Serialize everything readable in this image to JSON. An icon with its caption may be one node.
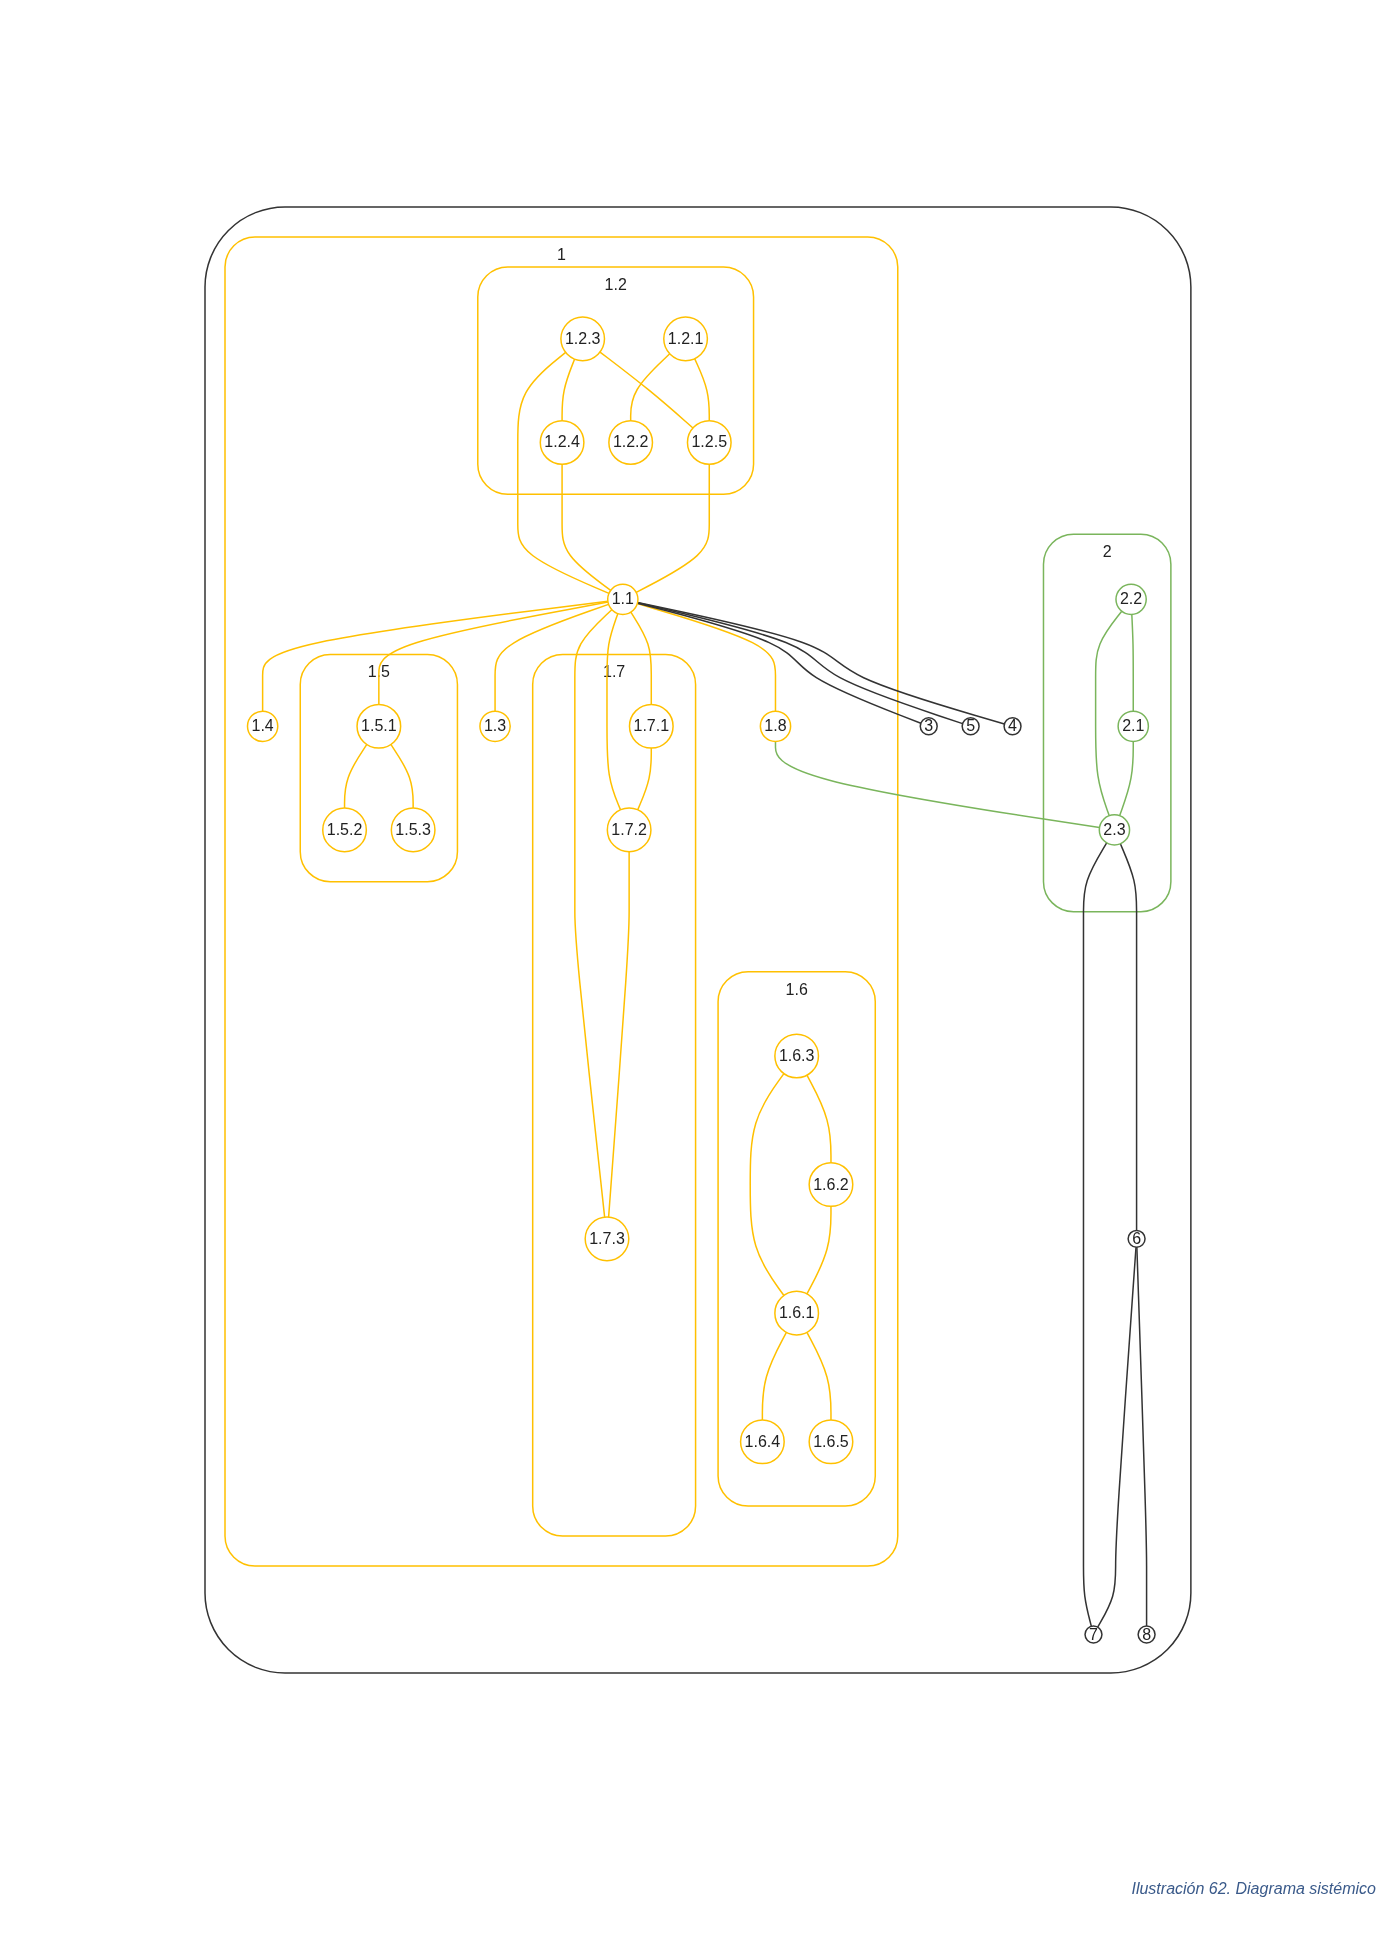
{
  "diagram": {
    "caption": "Ilustración 62. Diagrama sistémico",
    "nodes": [
      {
        "text": [],
        "shape": "ellipse"
      },
      {
        "text": [
          "1"
        ],
        "in": 0
      },
      {
        "text": [
          "1.1"
        ],
        "in": 1
      },
      {
        "text": [
          "1.2"
        ],
        "in": 1
      },
      {
        "text": [
          "1.2.1"
        ],
        "in": 3
      },
      {
        "text": [
          "1.2.2"
        ],
        "in": 3
      },
      {
        "text": [
          "1.2.3"
        ],
        "in": 3
      },
      {
        "text": [
          "1.2.4"
        ],
        "in": 3
      },
      {
        "text": [
          "1.2.5"
        ],
        "in": 3
      },
      {
        "text": [
          "1.3"
        ],
        "in": 1
      },
      {
        "text": [
          "1.4"
        ],
        "in": 1
      },
      {
        "text": [
          "1.5"
        ],
        "in": 1
      },
      {
        "text": [
          "1.5.1"
        ],
        "in": 11
      },
      {
        "text": [
          "1.5.2"
        ],
        "in": 11
      },
      {
        "text": [
          "1.5.3"
        ],
        "in": 11
      },
      {
        "text": [
          "1.6"
        ],
        "in": 1
      },
      {
        "text": [
          "1.6.1"
        ],
        "in": 15
      },
      {
        "text": [
          "1.6.2"
        ],
        "in": 15
      },
      {
        "text": [
          "1.6.3"
        ],
        "in": 15
      },
      {
        "text": [
          "1.6.4"
        ],
        "in": 15
      },
      {
        "text": [
          "1.6.5"
        ],
        "in": 15
      },
      {
        "text": [
          "1.7"
        ],
        "in": 1
      },
      {
        "text": [
          "1.7.1"
        ],
        "in": 21
      },
      {
        "text": [
          "1.7.2"
        ],
        "in": 21
      },
      {
        "text": [
          "1.7.3"
        ],
        "in": 21
      },
      {
        "text": [
          "1.8"
        ],
        "in": 1
      },
      {
        "text": [
          "2"
        ],
        "in": 0
      },
      {
        "text": [
          "2.1"
        ],
        "in": 26
      },
      {
        "text": [
          "2.2"
        ],
        "in": 26
      },
      {
        "text": [
          "2.3"
        ],
        "in": 26
      },
      {
        "text": [
          "3"
        ],
        "in": 0
      },
      {
        "text": [
          "4"
        ],
        "in": 0
      },
      {
        "text": [
          "5"
        ],
        "in": 0
      },
      {
        "text": [
          "6"
        ],
        "in": 0
      },
      {
        "text": [
          "7"
        ],
        "in": 0
      },
      {
        "text": [
          "8"
        ],
        "in": 0
      }
    ],
    "edges": [
      {
        "from": 6,
        "to": 8,
        "arrow": "none"
      },
      {
        "from": 6,
        "to": 2,
        "arrow": "none"
      },
      {
        "from": 6,
        "to": 7,
        "arrow": "none"
      },
      {
        "from": 4,
        "to": 5,
        "arrow": "none"
      },
      {
        "from": 4,
        "to": 8,
        "arrow": "none"
      },
      {
        "from": 7,
        "to": 2,
        "arrow": "none"
      },
      {
        "from": 8,
        "to": 2,
        "arrow": "none"
      },
      {
        "from": 2,
        "to": 10,
        "arrow": "none"
      },
      {
        "from": 2,
        "to": 12,
        "arrow": "none"
      },
      {
        "from": 12,
        "to": 13,
        "arrow": "none"
      },
      {
        "from": 12,
        "to": 14,
        "arrow": "none"
      },
      {
        "from": 2,
        "to": 9,
        "arrow": "none"
      },
      {
        "from": 2,
        "to": 25,
        "arrow": "none"
      },
      {
        "from": 2,
        "to": 24,
        "arrow": "none"
      },
      {
        "from": 2,
        "to": 23,
        "arrow": "none"
      },
      {
        "from": 2,
        "to": 22,
        "arrow": "none"
      },
      {
        "from": 22,
        "to": 23,
        "arrow": "none"
      },
      {
        "from": 23,
        "to": 24,
        "arrow": "none"
      },
      {
        "from": 18,
        "to": 17,
        "arrow": "none"
      },
      {
        "from": 18,
        "to": 16,
        "arrow": "none"
      },
      {
        "from": 17,
        "to": 16,
        "arrow": "none"
      },
      {
        "from": 16,
        "to": 19,
        "arrow": "none"
      },
      {
        "from": 16,
        "to": 20,
        "arrow": "none"
      },
      {
        "from": 25,
        "to": 29,
        "arrow": "none",
        "color": "#7ab55c"
      },
      {
        "from": 28,
        "to": 29,
        "arrow": "none",
        "color": "#7ab55c"
      },
      {
        "from": 28,
        "to": 27,
        "arrow": "none",
        "color": "#7ab55c"
      },
      {
        "from": 27,
        "to": 29,
        "arrow": "none",
        "color": "#7ab55c"
      },
      {
        "from": 2,
        "to": 30,
        "arrow": "none",
        "color": "#333333"
      },
      {
        "from": 2,
        "to": 32,
        "arrow": "none",
        "color": "#333333"
      },
      {
        "from": 2,
        "to": 31,
        "arrow": "none",
        "color": "#333333"
      },
      {
        "from": 29,
        "to": 33,
        "arrow": "none",
        "color": "#333333"
      },
      {
        "from": 29,
        "to": 34,
        "arrow": "none",
        "color": "#333333"
      },
      {
        "from": 33,
        "to": 34,
        "arrow": "none",
        "color": "#333333"
      },
      {
        "from": 33,
        "to": 35,
        "arrow": "none",
        "color": "#333333"
      }
    ]
  }
}
